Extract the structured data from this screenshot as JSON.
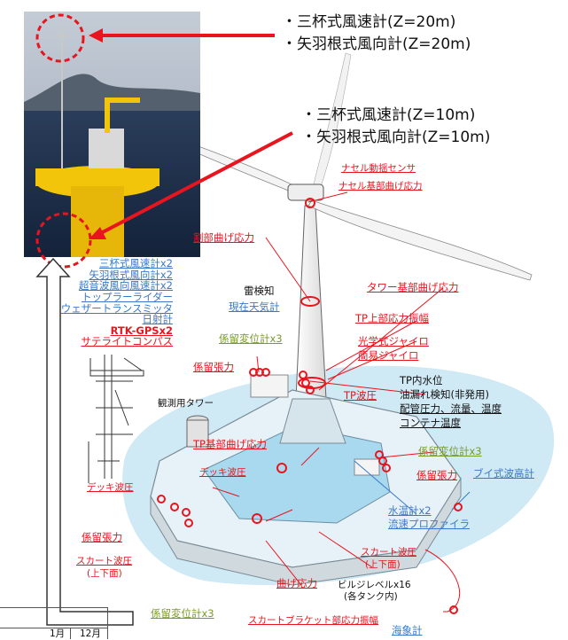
{
  "top_callout": {
    "line1": "・三杯式風速計(Z=20m)",
    "line2": "・矢羽根式風向計(Z=20m)"
  },
  "mid_callout": {
    "line1": "・三杯式風速計(Z=10m)",
    "line2": "・矢羽根式風向計(Z=10m)"
  },
  "left_list": {
    "blue_items": [
      "三杯式風速計x2",
      "矢羽根式風向計x2",
      "超音波風向風速計x2",
      "トップラーライダー",
      "ウェザートランスミッタ",
      "日射計"
    ],
    "red_items": [
      "RTK-GPSx2",
      "サテライトコンパス"
    ]
  },
  "labels": {
    "nacelle_motion": "ナセル動揺センサ",
    "nacelle_base_stress": "ナセル基部曲げ応力",
    "split_stress": "割部曲げ応力",
    "lightning": "雷検知",
    "present_weather": "現在天気計",
    "tower_base_stress": "タワー基部曲げ応力",
    "tp_top_vibration": "TP上部応力振幅",
    "optical_gyro": "光学式ジャイロ",
    "simple_gyro": "簡易ジャイロ",
    "mooring_disp_upper": "係留変位計x3",
    "mooring_tension_upper": "係留張力",
    "obs_tower": "観測用タワー",
    "tp_wave_pressure": "TP波圧",
    "tp_water_level": "TP内水位",
    "oil_leak": "油漏れ検知(非発用)",
    "piping": "配管圧力、流量、温度",
    "container_temp": "コンテナ温度",
    "tp_base_stress": "TP基部曲げ応力",
    "mooring_disp_right": "係留変位計x3",
    "mooring_tension_right": "係留張力",
    "buoy_wave": "ブイ式波高計",
    "deck_wave_left": "デッキ波圧",
    "deck_wave_center": "デッキ波圧",
    "mooring_tension_left": "係留張力",
    "water_temp": "水温計x2",
    "current_profiler": "流速プロファイラ",
    "skirt_wave_left1": "スカート波圧",
    "skirt_wave_left2": "(上下面)",
    "skirt_wave_right1": "スカート波圧",
    "skirt_wave_right2": "(上下面)",
    "bending_stress": "曲げ応力",
    "bilge_level1": "ビルジレベルx16",
    "bilge_level2": "(各タンク内)",
    "mooring_disp_lower": "係留変位計x3",
    "skirt_bracket": "スカートブラケット部応力振幅",
    "wave_gauge": "海象計"
  },
  "table_fragment": {
    "col1": "1月",
    "col2": "12月"
  },
  "colors": {
    "red": "#e8141e",
    "blue": "#3a78c9",
    "green": "#7a9a2a",
    "sea": "#bfe3f2",
    "float_yellow": "#f2c40a"
  }
}
